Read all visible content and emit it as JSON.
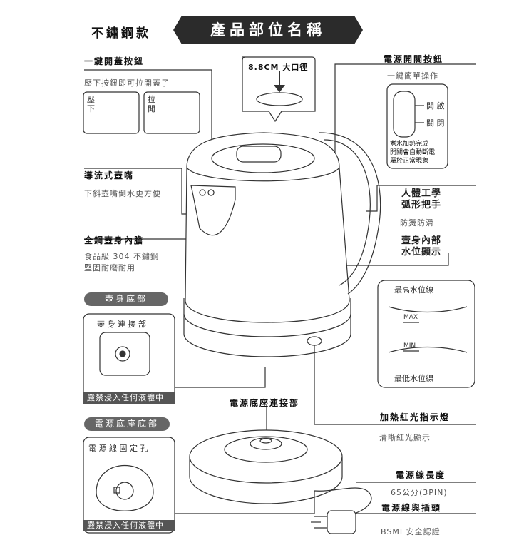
{
  "header": {
    "model_label": "不鏽鋼款",
    "banner_title": "產品部位名稱"
  },
  "callouts": {
    "lid_button": {
      "title": "一鍵開蓋按鈕",
      "desc": "壓下按鈕即可拉開蓋子",
      "inset_press": "壓下",
      "inset_pull": "拉開"
    },
    "opening": {
      "title": "8.8CM 大口徑"
    },
    "power_switch": {
      "title": "電源開關按鈕",
      "desc": "一鍵簡單操作",
      "on": "開 啟",
      "off": "關 閉",
      "note": [
        "煮水加熱完成",
        "開關會自動斷電",
        "屬於正常現象"
      ]
    },
    "spout": {
      "title": "導流式壺嘴",
      "desc": "下斜壺嘴倒水更方便"
    },
    "handle": {
      "title_lines": [
        "人體工學",
        "弧形把手"
      ],
      "desc": "防燙防滑"
    },
    "body": {
      "title": "全鋼壺身內膽",
      "desc_lines": [
        "食品級 304 不鏽鋼",
        "堅固耐磨耐用"
      ]
    },
    "water_level": {
      "title_lines": [
        "壺身內部",
        "水位顯示"
      ],
      "max_title": "最高水位線",
      "max_mark": "MAX",
      "min_mark": "MIN",
      "min_title": "最低水位線"
    },
    "kettle_bottom": {
      "pill": "壺身底部",
      "connector": "壺 身 連 接 部",
      "warning": "嚴禁浸入任何液體中"
    },
    "base_connector": {
      "title": "電源底座連接部"
    },
    "indicator": {
      "title": "加熱紅光指示燈",
      "desc": "清晰紅光顯示"
    },
    "base_bottom": {
      "pill": "電源底座底部",
      "cord_holder": "電 源 線 固 定 孔",
      "warning": "嚴禁浸入任何液體中"
    },
    "cord": {
      "title": "電源線長度",
      "desc": "65公分(3PIN)"
    },
    "plug": {
      "title": "電源線與插頭",
      "desc": "BSMI 安全認證"
    }
  },
  "colors": {
    "banner": "#2b2b2b",
    "pill": "#666666",
    "warn": "#555555",
    "line": "#333333"
  },
  "icons": [
    "down-arrow-icon",
    "kettle-drawing",
    "base-drawing",
    "plug-drawing"
  ]
}
